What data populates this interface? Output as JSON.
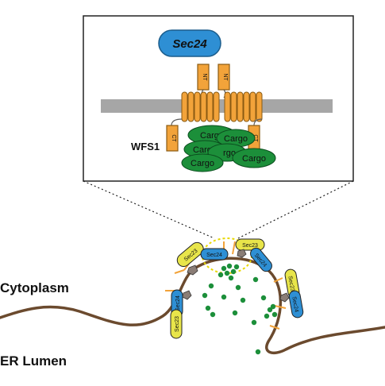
{
  "labels": {
    "sec24_large": "Sec24",
    "nt": "NT",
    "ct": "CT",
    "wfs1": "WFS1",
    "cargo": "Cargo",
    "cargo_partial": "rgo",
    "cytoplasm": "Cytoplasm",
    "er_lumen": "ER Lumen",
    "sec23": "Sec23",
    "sec24": "Sec24"
  },
  "colors": {
    "sec24": "#2e8fd4",
    "sec23": "#e8e54a",
    "transmembrane": "#f2a33a",
    "cargo": "#1c8f3a",
    "membrane_band": "#a6a6a6",
    "er_membrane": "#6b4a2e",
    "linker": "#5c5c5c"
  }
}
